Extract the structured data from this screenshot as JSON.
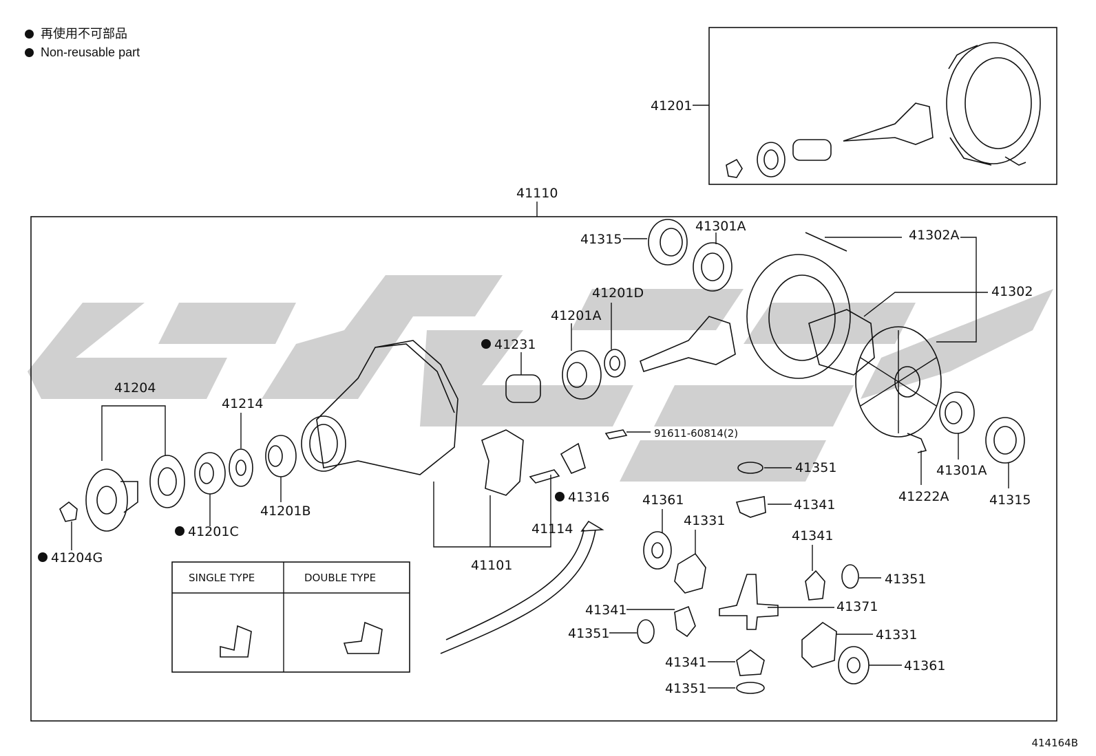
{
  "legend": {
    "line_jp": "再使用不可部品",
    "line_en": "Non-reusable part"
  },
  "diagram_code": "414164B",
  "type_table": {
    "single": "SINGLE TYPE",
    "double": "DOUBLE TYPE"
  },
  "labels": {
    "p41201": "41201",
    "p41110": "41110",
    "p41315a": "41315",
    "p41301Aa": "41301A",
    "p41302A": "41302A",
    "p41302": "41302",
    "p41201D": "41201D",
    "p41201A": "41201A",
    "p41231": "41231",
    "p41204": "41204",
    "p41214": "41214",
    "p41201B": "41201B",
    "p41201C": "41201C",
    "p41204G": "41204G",
    "p91611": "91611-60814(2)",
    "p41316": "41316",
    "p41114": "41114",
    "p41101": "41101",
    "p41222A": "41222A",
    "p41301Ab": "41301A",
    "p41315b": "41315",
    "p41351a": "41351",
    "p41341a": "41341",
    "p41361a": "41361",
    "p41331a": "41331",
    "p41341b": "41341",
    "p41351b": "41351",
    "p41371": "41371",
    "p41341c": "41341",
    "p41351c": "41351",
    "p41331b": "41331",
    "p41341d": "41341",
    "p41361b": "41361",
    "p41351d": "41351"
  }
}
